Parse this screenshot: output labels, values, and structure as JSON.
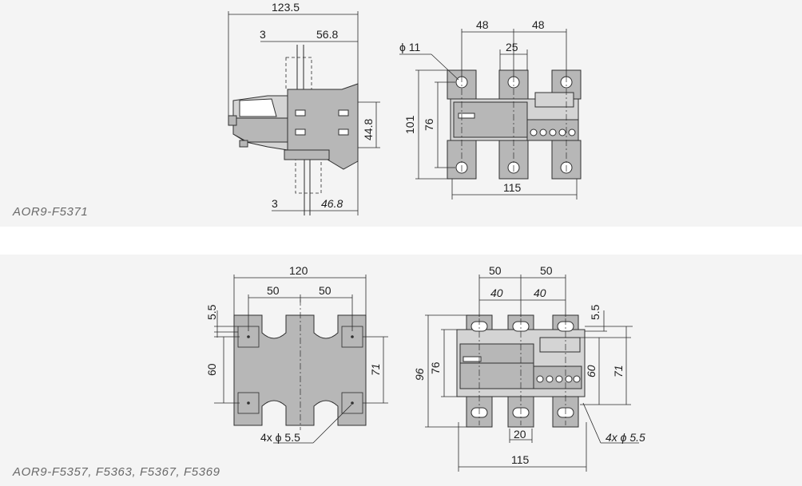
{
  "panels": [
    {
      "caption": "AOR9-F5371",
      "side_view": {
        "overall_width": "123.5",
        "top_offset": "3",
        "top_width": "56.8",
        "bottom_offset": "3",
        "bottom_width": "46.8",
        "height": "44.8"
      },
      "front_view": {
        "hole_dia": "ϕ 11",
        "pitch_left": "48",
        "pitch_right": "48",
        "inner_pitch": "25",
        "outer_height": "101",
        "inner_height": "76",
        "overall_width": "115"
      }
    },
    {
      "caption": "AOR9-F5357, F5363, F5367, F5369",
      "mount_view": {
        "overall_width": "120",
        "pitch_left": "50",
        "pitch_right": "50",
        "edge_offset": "5.5",
        "hole_height_left": "60",
        "hole_height_right": "71",
        "holes": "4x ϕ 5.5"
      },
      "front_view": {
        "pitch_left": "50",
        "pitch_right": "50",
        "inner_left": "40",
        "inner_right": "40",
        "outer_height": "96",
        "inner_height": "76",
        "right_offset": "5.5",
        "hole_height_inner": "60",
        "hole_height_outer": "71",
        "slot_width": "20",
        "holes": "4x ϕ 5.5",
        "overall_width": "115"
      }
    }
  ],
  "colors": {
    "panel_bg": "#f4f4f4",
    "part_fill": "#b7b7b7",
    "line": "#2b2b2b",
    "caption": "#6a6a6a"
  }
}
